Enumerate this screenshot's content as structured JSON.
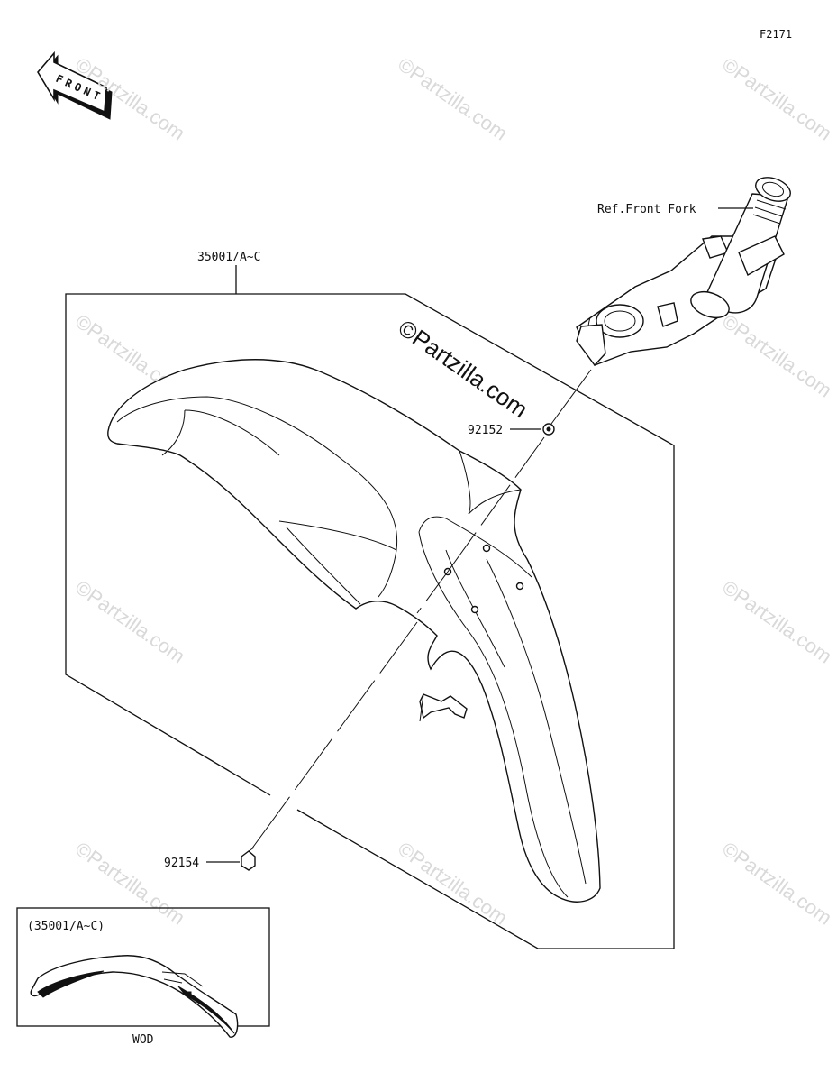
{
  "diagram_code": "F2171",
  "direction_label": "FRONT",
  "watermark_text": "©Partzilla.com",
  "parts": {
    "fender": "35001/A~C",
    "upper_bolt": "92152",
    "lower_bolt": "92154",
    "reference": "Ref.Front Fork"
  },
  "inset": {
    "title": "(35001/A~C)",
    "caption": "WOD"
  }
}
